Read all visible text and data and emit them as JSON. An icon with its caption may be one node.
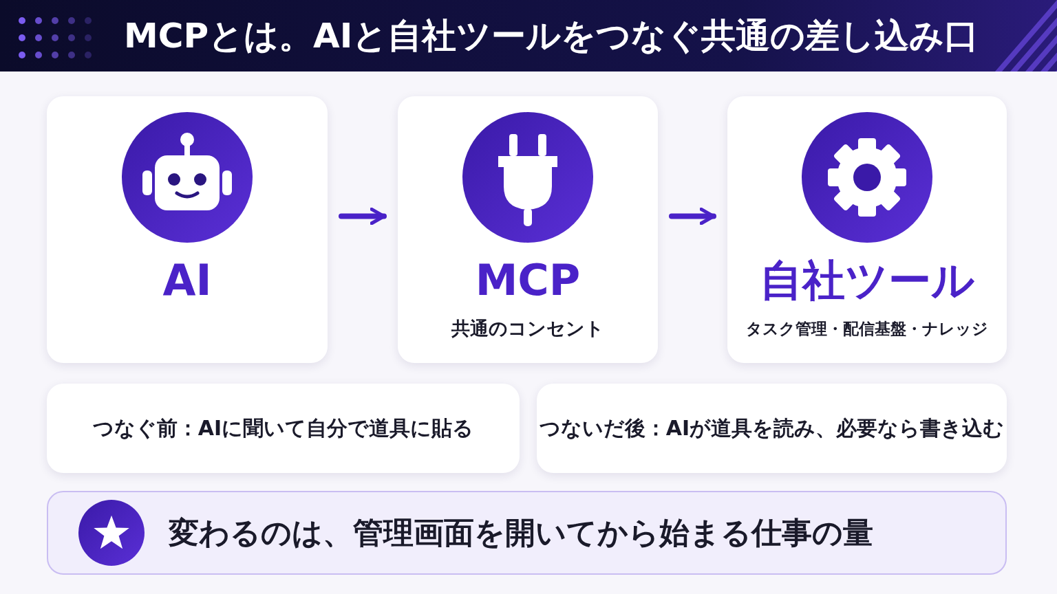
{
  "diagram": {
    "title": "MCPとは。AIと自社ツールをつなぐ共通の差し込み口",
    "nodes": [
      {
        "text": [
          "AI"
        ]
      },
      {
        "text": [
          "MCP",
          "共通のコンセント"
        ]
      },
      {
        "text": [
          "自社ツール",
          "タスク管理・配信基盤・ナレッジ"
        ]
      },
      {
        "text": [
          "**つなぐ前：**AIに聞いて自分で道具に貼る"
        ]
      },
      {
        "text": [
          "**つないだ後：**AIが道具を読み、必要なら書き込む"
        ]
      },
      {
        "text": [
          "変わるのは、管理画面を開いてから**始まる仕事の量**"
        ]
      }
    ],
    "edges": [
      {
        "from": 0,
        "to": 1,
        "arrow": "to"
      },
      {
        "from": 1,
        "to": 2,
        "arrow": "to"
      }
    ]
  }
}
